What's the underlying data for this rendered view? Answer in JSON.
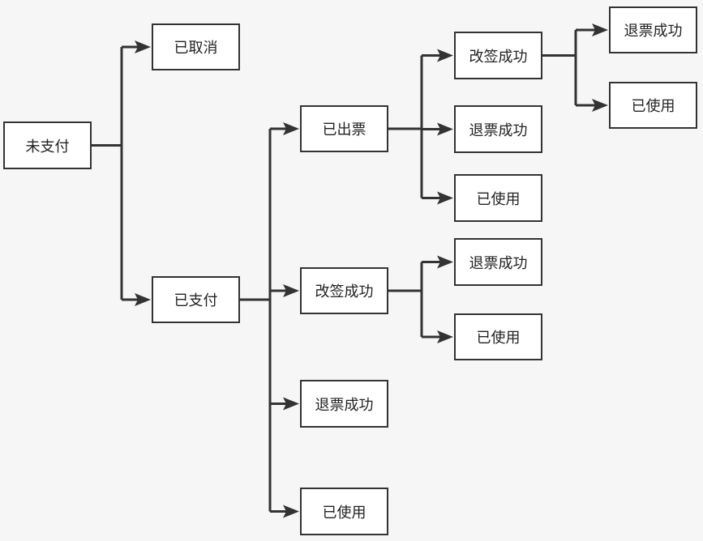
{
  "colors": {
    "background": "#f6f6f6",
    "node_fill": "#ffffff",
    "line": "#333333",
    "text": "#222222"
  },
  "nodes": {
    "root": "未支付",
    "cancelled": "已取消",
    "paid": "已支付",
    "ticketed": "已出票",
    "paid_changed": "改签成功",
    "paid_refunded": "退票成功",
    "paid_used": "已使用",
    "ticketed_changed": "改签成功",
    "ticketed_refunded": "退票成功",
    "ticketed_used": "已使用",
    "changed_refunded": "退票成功",
    "changed_used": "已使用",
    "ticketed_changed_refunded": "退票成功",
    "ticketed_changed_used": "已使用"
  },
  "edges": [
    [
      "root",
      "cancelled"
    ],
    [
      "root",
      "paid"
    ],
    [
      "paid",
      "ticketed"
    ],
    [
      "paid",
      "paid_changed"
    ],
    [
      "paid",
      "paid_refunded"
    ],
    [
      "paid",
      "paid_used"
    ],
    [
      "ticketed",
      "ticketed_changed"
    ],
    [
      "ticketed",
      "ticketed_refunded"
    ],
    [
      "ticketed",
      "ticketed_used"
    ],
    [
      "paid_changed",
      "changed_refunded"
    ],
    [
      "paid_changed",
      "changed_used"
    ],
    [
      "ticketed_changed",
      "ticketed_changed_refunded"
    ],
    [
      "ticketed_changed",
      "ticketed_changed_used"
    ]
  ]
}
